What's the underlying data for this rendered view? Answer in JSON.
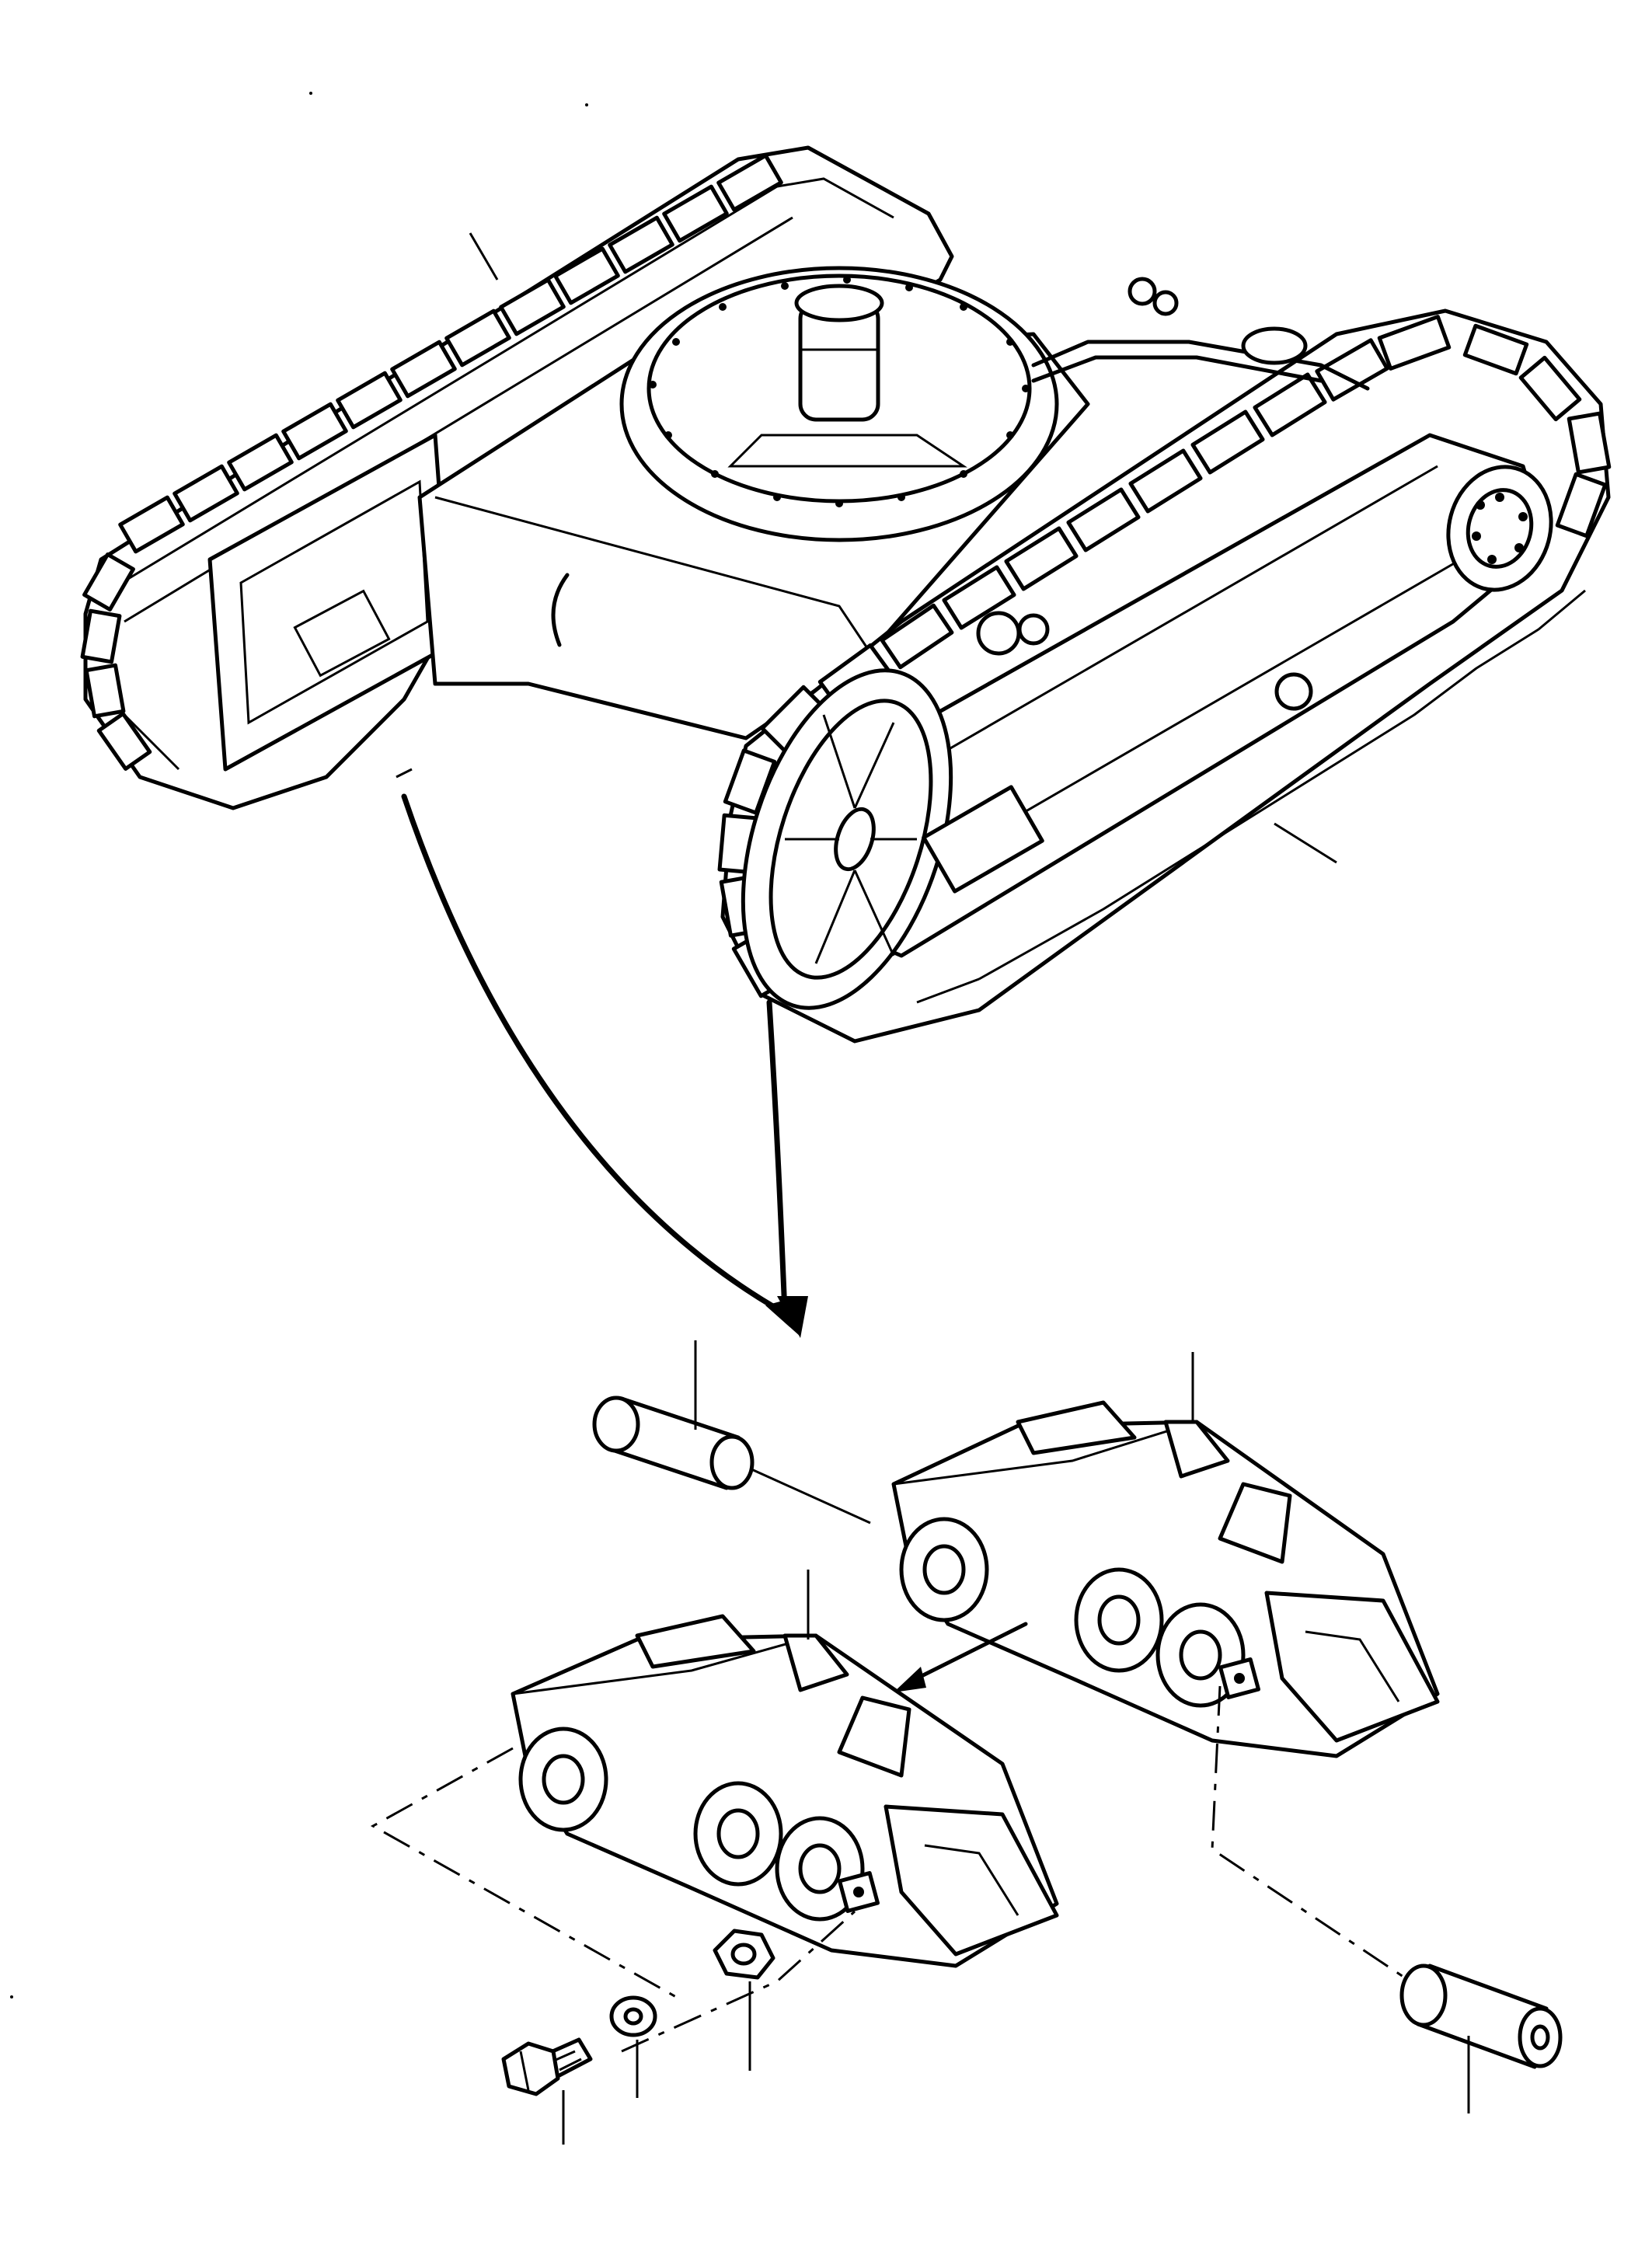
{
  "colors": {
    "ink": "#000000",
    "paper": "#ffffff"
  },
  "figure": {
    "assembly": "crawler-undercarriage",
    "detail": "track-chain-links-exploded",
    "parts": [
      "track-frame",
      "track-chain",
      "track-pin",
      "track-link",
      "track-bushing",
      "bolt",
      "washer",
      "nut"
    ]
  }
}
